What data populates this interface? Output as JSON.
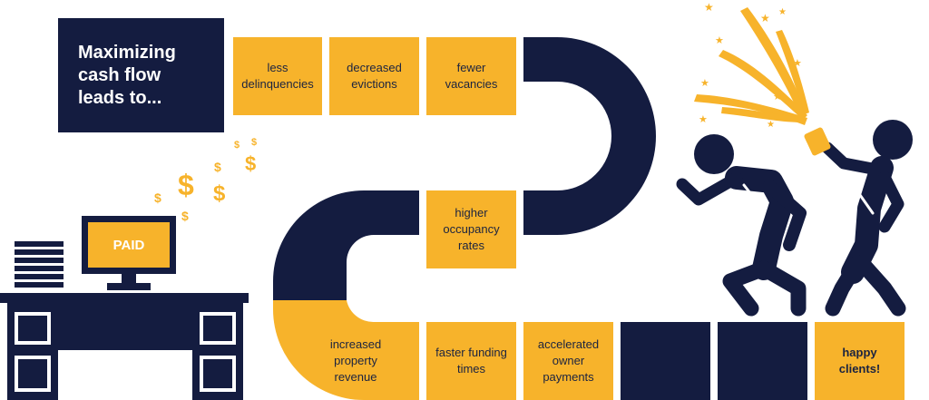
{
  "title": "Maximizing cash flow leads to...",
  "steps": [
    "less delinquencies",
    "decreased evictions",
    "fewer vacancies",
    "higher occupancy rates",
    "increased property revenue",
    "faster funding times",
    "accelerated owner payments",
    "happy clients!"
  ],
  "monitor_label": "PAID",
  "dollar_symbol": "$",
  "colors": {
    "navy": "#141c40",
    "gold": "#f7b32b",
    "white": "#ffffff"
  }
}
